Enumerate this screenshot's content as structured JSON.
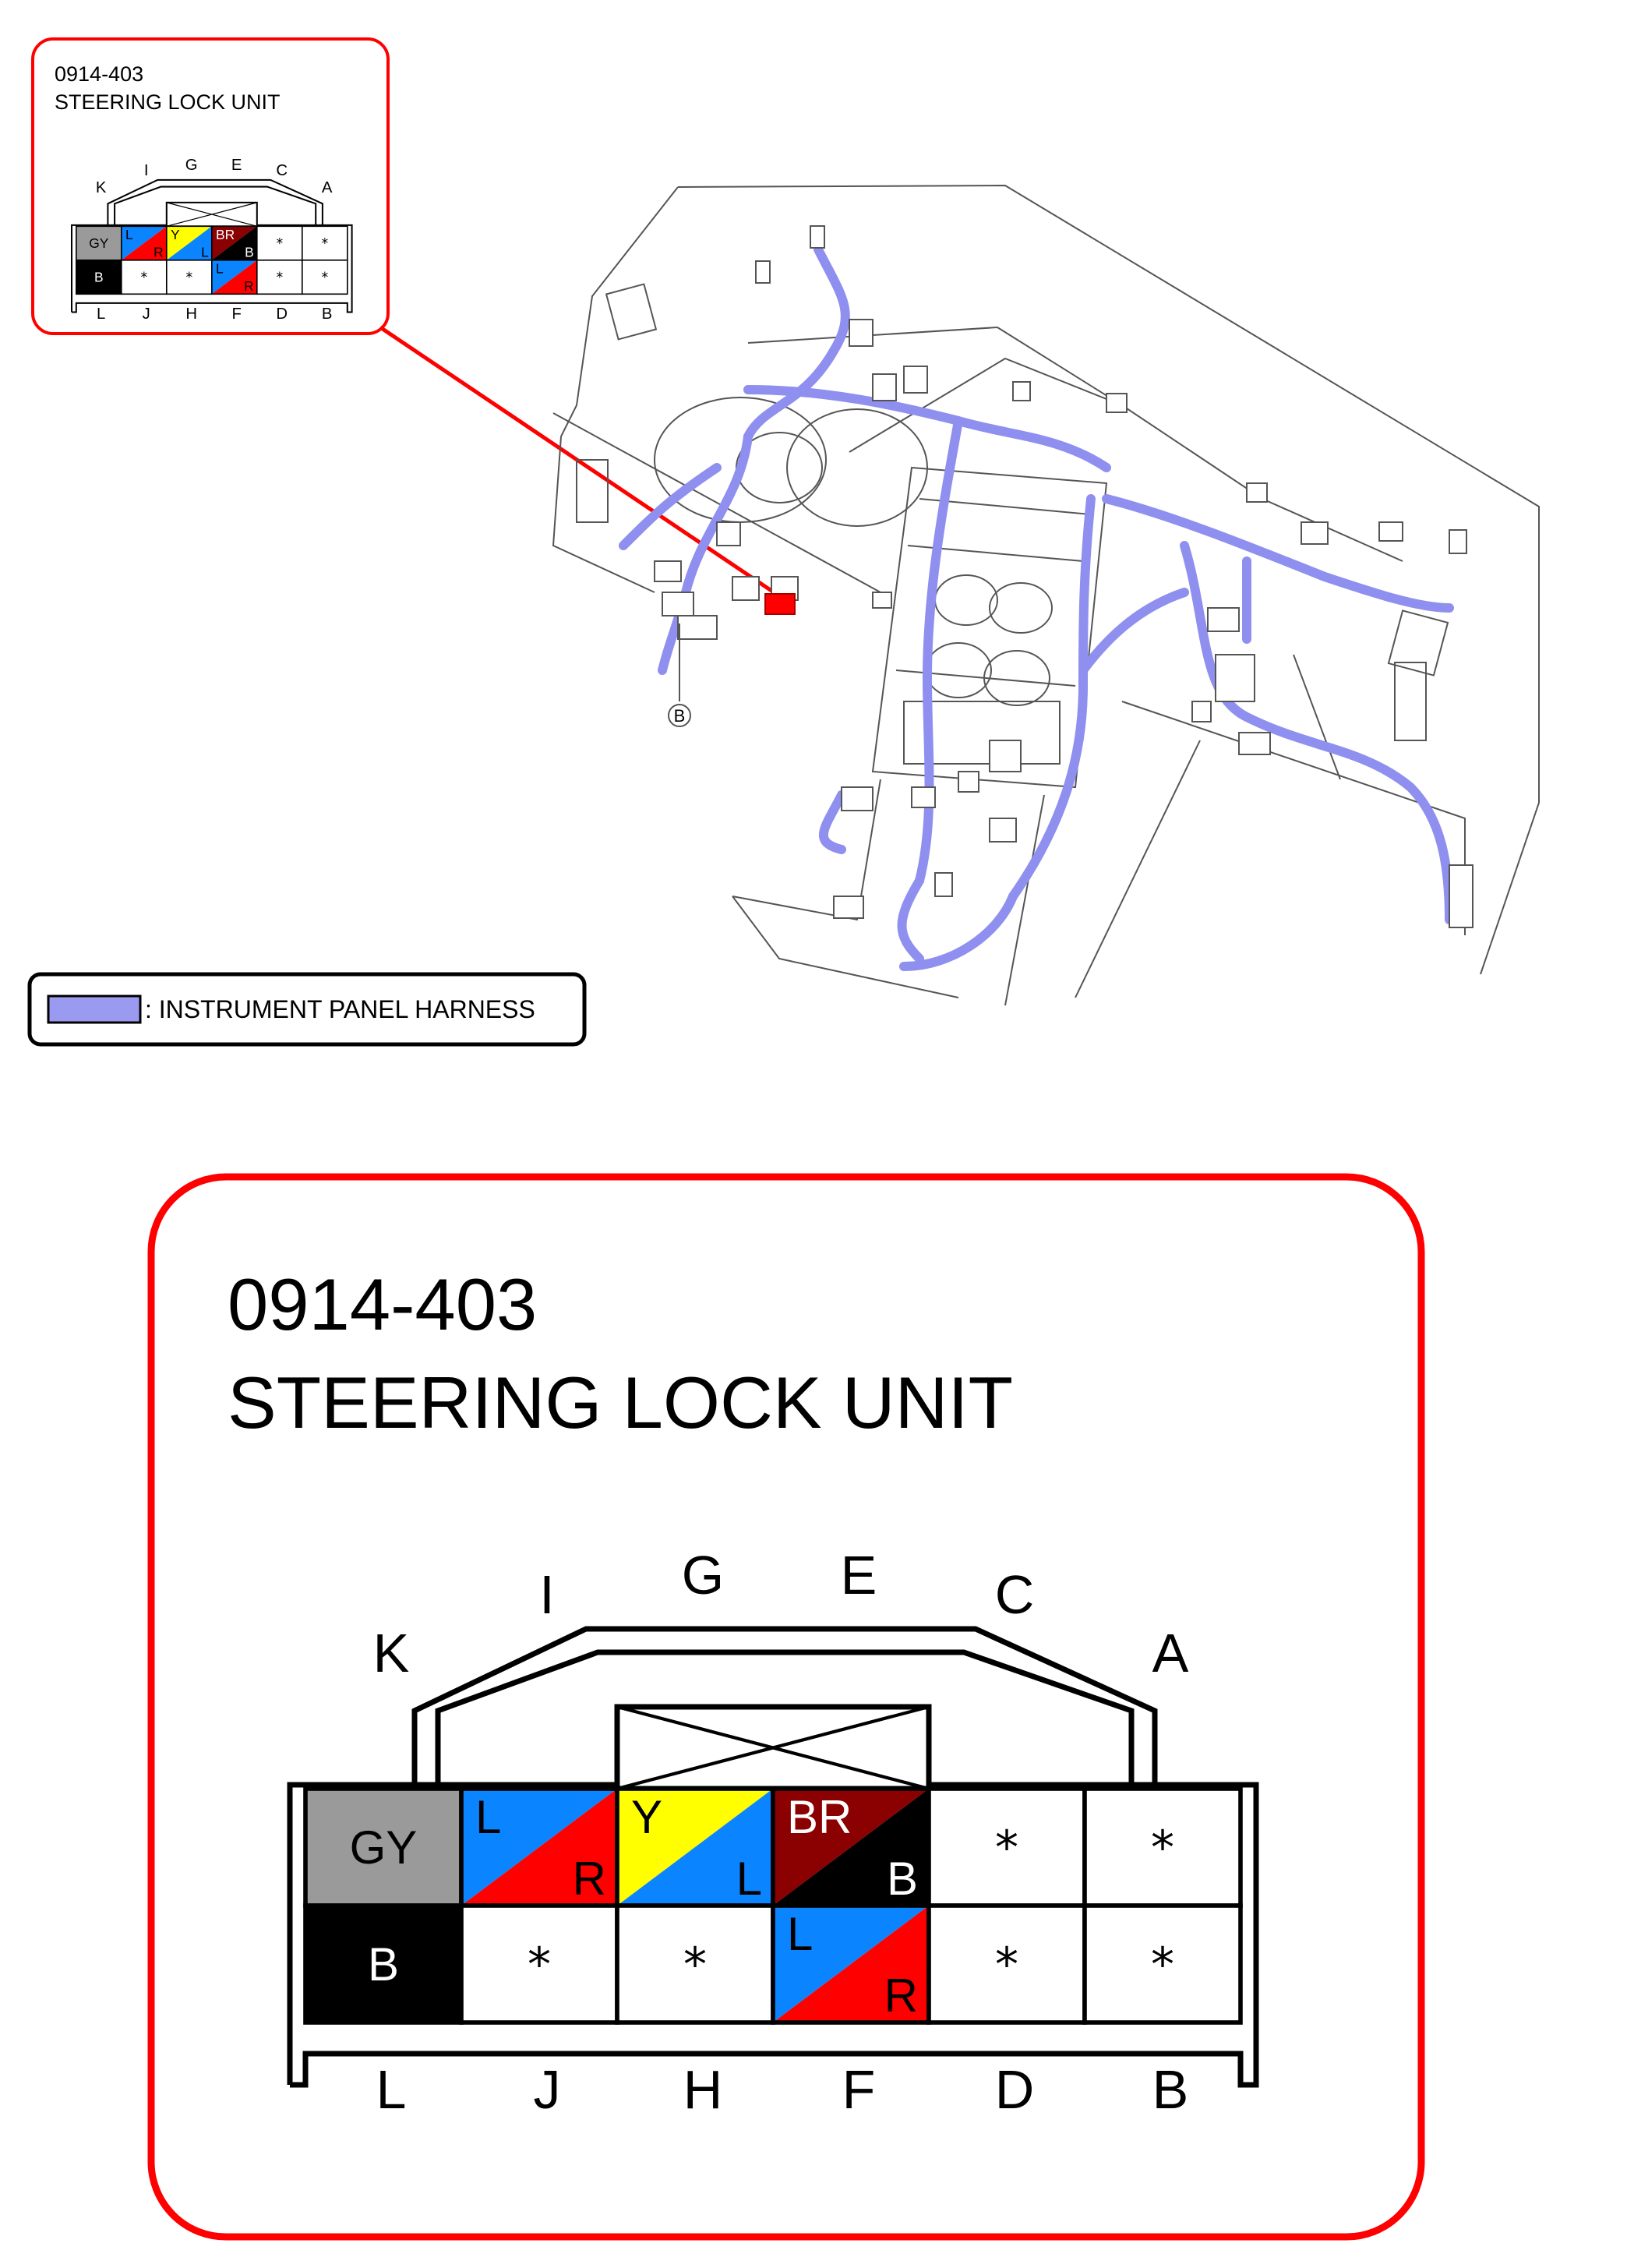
{
  "connector": {
    "code": "0914-403",
    "name": "STEERING LOCK UNIT",
    "top_labels": [
      "K",
      "I",
      "G",
      "E",
      "C",
      "A"
    ],
    "bottom_labels": [
      "L",
      "J",
      "H",
      "F",
      "D",
      "B"
    ],
    "rows": [
      [
        {
          "type": "solid",
          "fill": "#9a9a9a",
          "text": "GY",
          "text_color": "#000000"
        },
        {
          "type": "split",
          "upper": "#0a84ff",
          "lower": "#ff0000",
          "upper_text": "L",
          "lower_text": "R",
          "upper_text_color": "#000000",
          "lower_text_color": "#000000"
        },
        {
          "type": "split",
          "upper": "#ffff00",
          "lower": "#0a84ff",
          "upper_text": "Y",
          "lower_text": "L",
          "upper_text_color": "#000000",
          "lower_text_color": "#000000"
        },
        {
          "type": "split",
          "upper": "#8b0000",
          "lower": "#000000",
          "upper_text": "BR",
          "lower_text": "B",
          "upper_text_color": "#ffffff",
          "lower_text_color": "#ffffff"
        },
        {
          "type": "empty",
          "text": "*"
        },
        {
          "type": "empty",
          "text": "*"
        }
      ],
      [
        {
          "type": "solid",
          "fill": "#000000",
          "text": "B",
          "text_color": "#ffffff"
        },
        {
          "type": "empty",
          "text": "*"
        },
        {
          "type": "empty",
          "text": "*"
        },
        {
          "type": "split",
          "upper": "#0a84ff",
          "lower": "#ff0000",
          "upper_text": "L",
          "lower_text": "R",
          "upper_text_color": "#000000",
          "lower_text_color": "#000000"
        },
        {
          "type": "empty",
          "text": "*"
        },
        {
          "type": "empty",
          "text": "*"
        }
      ]
    ]
  },
  "harness_callout": "B",
  "legend": {
    "swatch_color": "#9a9af0",
    "label": ": INSTRUMENT PANEL HARNESS"
  },
  "colors": {
    "callout_border": "#ff0000",
    "harness": "#8f8fef",
    "pointer": "#ff0000"
  }
}
